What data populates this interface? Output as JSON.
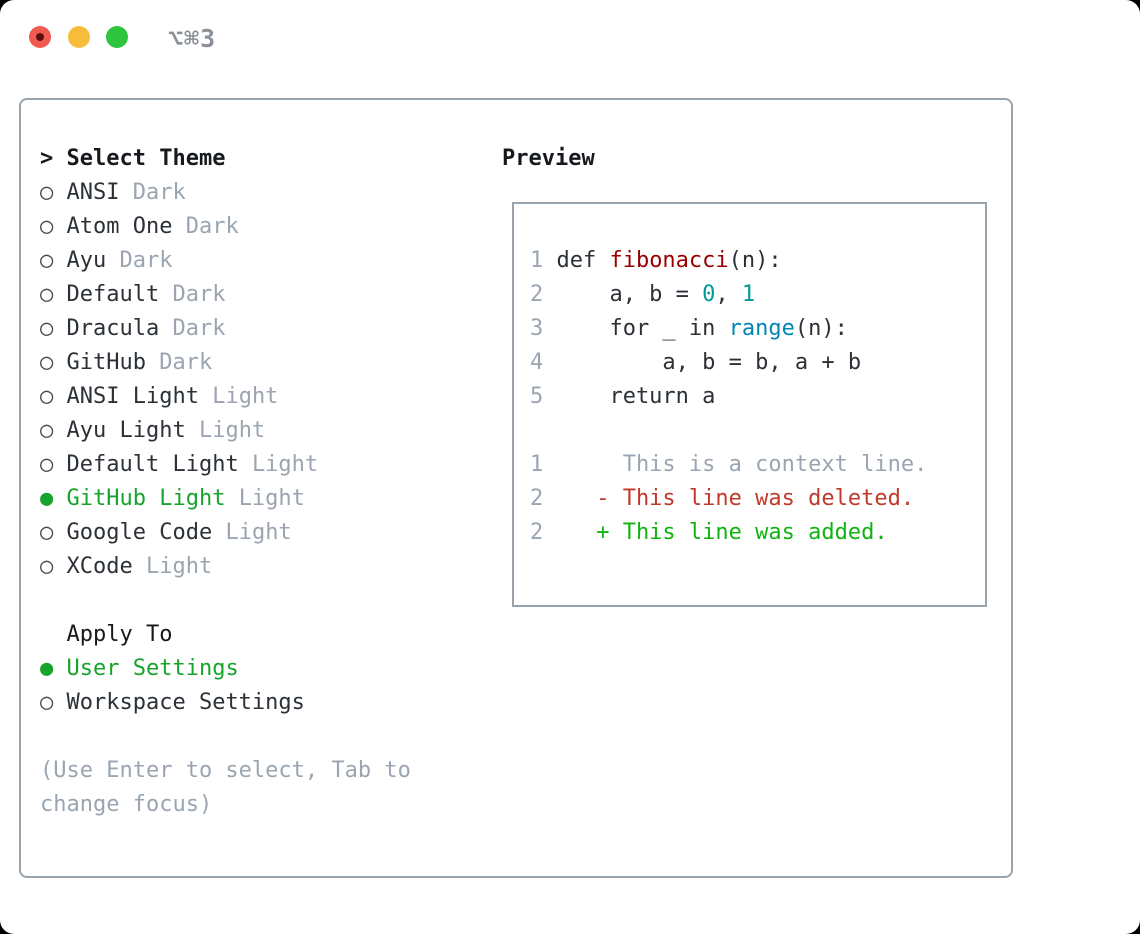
{
  "palette": {
    "text": "#2b3137",
    "heading": "#16191d",
    "muted": "#9aa5b1",
    "green": "#17a42c",
    "radio_outline": "#3f464d",
    "function": "#990000",
    "number": "#009999",
    "builtin": "#0086b3",
    "deleted": "#c0392b",
    "added": "#10b410",
    "lineno": "#9aa5b1",
    "border": "#99a3ad"
  },
  "icons": {
    "radio_off": "○",
    "radio_on": "●",
    "prompt": ">"
  },
  "window": {
    "title": "⌥⌘3"
  },
  "theme_panel": {
    "header": "Select Theme",
    "themes": [
      {
        "name": "ANSI",
        "tag": "Dark",
        "selected": false
      },
      {
        "name": "Atom One",
        "tag": "Dark",
        "selected": false
      },
      {
        "name": "Ayu",
        "tag": "Dark",
        "selected": false
      },
      {
        "name": "Default",
        "tag": "Dark",
        "selected": false
      },
      {
        "name": "Dracula",
        "tag": "Dark",
        "selected": false
      },
      {
        "name": "GitHub",
        "tag": "Dark",
        "selected": false
      },
      {
        "name": "ANSI Light",
        "tag": "Light",
        "selected": false
      },
      {
        "name": "Ayu Light",
        "tag": "Light",
        "selected": false
      },
      {
        "name": "Default Light",
        "tag": "Light",
        "selected": false
      },
      {
        "name": "GitHub Light",
        "tag": "Light",
        "selected": true
      },
      {
        "name": "Google Code",
        "tag": "Light",
        "selected": false
      },
      {
        "name": "XCode",
        "tag": "Light",
        "selected": false
      }
    ],
    "apply_to": {
      "header": "Apply To",
      "options": [
        {
          "name": "User Settings",
          "selected": true
        },
        {
          "name": "Workspace Settings",
          "selected": false
        }
      ]
    },
    "help_lines": [
      "(Use Enter to select, Tab to",
      "change focus)"
    ]
  },
  "preview": {
    "label": "Preview",
    "lines": [
      {
        "num": "1",
        "segs": [
          {
            "t": "def ",
            "c": "text"
          },
          {
            "t": "fibonacci",
            "c": "function"
          },
          {
            "t": "(n):",
            "c": "text"
          }
        ]
      },
      {
        "num": "2",
        "segs": [
          {
            "t": "    a, b = ",
            "c": "text"
          },
          {
            "t": "0",
            "c": "number"
          },
          {
            "t": ", ",
            "c": "text"
          },
          {
            "t": "1",
            "c": "number"
          }
        ]
      },
      {
        "num": "3",
        "segs": [
          {
            "t": "    for _ in ",
            "c": "text"
          },
          {
            "t": "range",
            "c": "builtin"
          },
          {
            "t": "(n):",
            "c": "text"
          }
        ]
      },
      {
        "num": "4",
        "segs": [
          {
            "t": "        a, b = b, a + b",
            "c": "text"
          }
        ]
      },
      {
        "num": "5",
        "segs": [
          {
            "t": "    return a",
            "c": "text"
          }
        ]
      },
      {
        "num": "",
        "segs": []
      },
      {
        "num": "1",
        "segs": [
          {
            "t": "     This is a context line.",
            "c": "muted"
          }
        ]
      },
      {
        "num": "2",
        "segs": [
          {
            "t": "   - This line was deleted.",
            "c": "deleted"
          }
        ]
      },
      {
        "num": "2",
        "segs": [
          {
            "t": "   + This line was added.",
            "c": "added"
          }
        ]
      }
    ]
  }
}
